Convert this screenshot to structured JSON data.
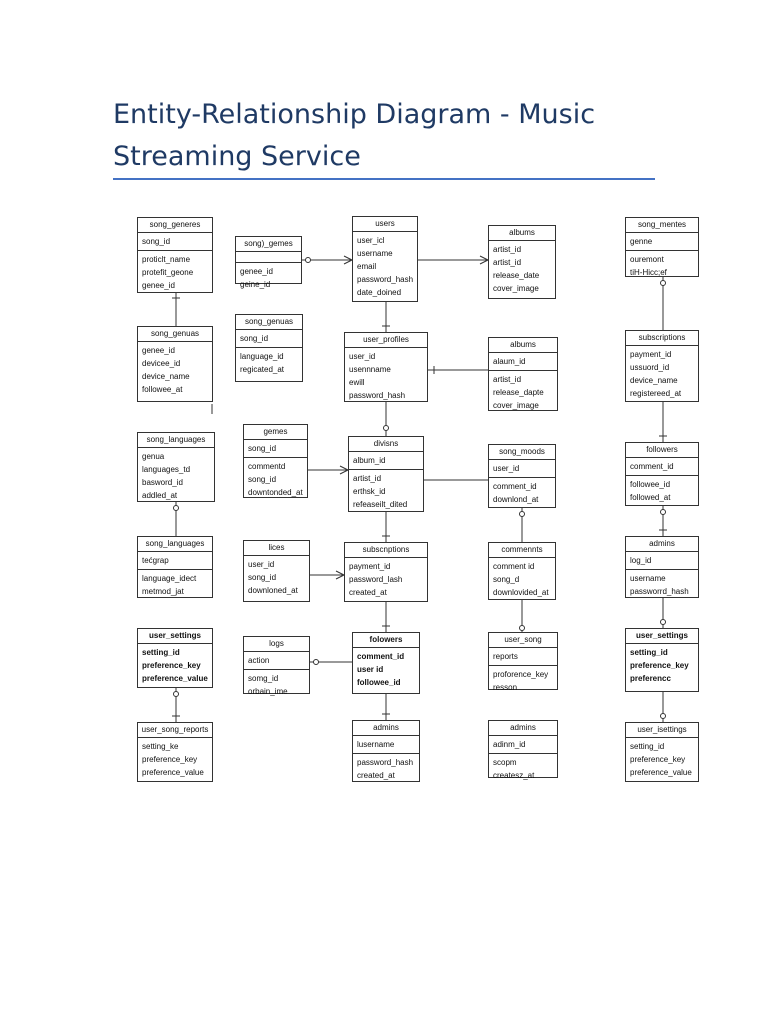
{
  "page": {
    "title": "Entity-Relationship Diagram - Music Streaming Service"
  },
  "colors": {
    "title": "#1f3a64",
    "rule": "#4472c4",
    "line": "#333333"
  },
  "entities": [
    {
      "name": "song_generes",
      "sections": [
        [
          "song_id"
        ],
        [
          "proticlt_name",
          "protefit_geone",
          "genee_id"
        ]
      ]
    },
    {
      "name": "song)_gemes",
      "sections": [
        [],
        [
          "genee_id",
          "geine_id"
        ]
      ]
    },
    {
      "name": "users",
      "sections": [
        [
          "user_icl",
          "username",
          "email",
          "password_hash",
          "date_doined"
        ]
      ]
    },
    {
      "name": "albums",
      "sections": [
        [
          "artist_id",
          "artist_id",
          "release_date",
          "cover_image"
        ]
      ]
    },
    {
      "name": "song_mentes",
      "sections": [
        [
          "genne"
        ],
        [
          "ouremont",
          "tiH-Hicc;ef"
        ]
      ]
    },
    {
      "name": "song_genuas",
      "sections": [
        [
          "genee_id",
          "devicee_id",
          "device_name",
          "followee_at"
        ]
      ]
    },
    {
      "name": "song_genuas",
      "sections": [
        [
          "song_id"
        ],
        [
          "language_id",
          "regicated_at"
        ]
      ]
    },
    {
      "name": "user_profiles",
      "sections": [
        [
          "user_id",
          "usennname",
          "ewill",
          "password_hash"
        ]
      ]
    },
    {
      "name": "albums",
      "sections": [
        [
          "alaum_id"
        ],
        [
          "artist_id",
          "release_dapte",
          "cover_image"
        ]
      ]
    },
    {
      "name": "subscriptions",
      "sections": [
        [
          "payment_id",
          "ussuord_id",
          "device_name",
          "registereed_at"
        ]
      ]
    },
    {
      "name": "song_languages",
      "sections": [
        [
          "genua",
          "languages_td",
          "basword_id",
          "addled_at"
        ]
      ]
    },
    {
      "name": "gemes",
      "sections": [
        [
          "song_id"
        ],
        [
          "commentd",
          "song_id",
          "downtonded_at"
        ]
      ]
    },
    {
      "name": "divisns",
      "sections": [
        [
          "album_id"
        ],
        [
          "artist_id",
          "erthsk_id",
          "refeaseilt_dited"
        ]
      ]
    },
    {
      "name": "song_moods",
      "sections": [
        [
          "user_id"
        ],
        [
          "comment_id",
          "downlond_at"
        ]
      ]
    },
    {
      "name": "followers",
      "sections": [
        [
          "comment_id"
        ],
        [
          "followee_id",
          "followed_at"
        ]
      ]
    },
    {
      "name": "song_languages",
      "sections": [
        [
          "tećgrap"
        ],
        [
          "language_idect",
          "metmod_jat"
        ]
      ]
    },
    {
      "name": "lices",
      "sections": [
        [
          "user_id",
          "song_id",
          "downloned_at"
        ]
      ]
    },
    {
      "name": "subscnptions",
      "sections": [
        [
          "payment_id",
          "password_lash",
          "created_at"
        ]
      ]
    },
    {
      "name": "commennts",
      "sections": [
        [
          "comment id",
          "song_d",
          "downlovided_at"
        ]
      ]
    },
    {
      "name": "admins",
      "sections": [
        [
          "log_id"
        ],
        [
          "username",
          "passworrd_hash"
        ]
      ]
    },
    {
      "name": "user_settings",
      "sections": [
        [
          "setting_id",
          "preference_key",
          "preference_value"
        ]
      ]
    },
    {
      "name": "logs",
      "sections": [
        [
          "action"
        ],
        [
          "somg_id",
          "orbain_ime"
        ]
      ]
    },
    {
      "name": "folowers",
      "sections": [
        [
          "comment_id",
          "user id",
          "followee_id"
        ]
      ]
    },
    {
      "name": "user_song",
      "sections": [
        [
          "reports"
        ],
        [
          "proforence_key",
          "resson"
        ]
      ]
    },
    {
      "name": "user_settings",
      "sections": [
        [
          "setting_id",
          "preference_key",
          "preferencc"
        ]
      ]
    },
    {
      "name": "user_song_reports",
      "sections": [
        [
          "setting_ke",
          "preference_key",
          "preference_value"
        ]
      ]
    },
    {
      "name": "admins",
      "sections": [
        [
          "lusername"
        ],
        [
          "password_hash",
          "created_at"
        ]
      ]
    },
    {
      "name": "admins",
      "sections": [
        [
          "adinm_id"
        ],
        [
          "scopm",
          "createsz_at"
        ]
      ]
    },
    {
      "name": "user_isettings",
      "sections": [
        [
          "setting_id",
          "preference_key",
          "preference_value"
        ]
      ]
    }
  ]
}
